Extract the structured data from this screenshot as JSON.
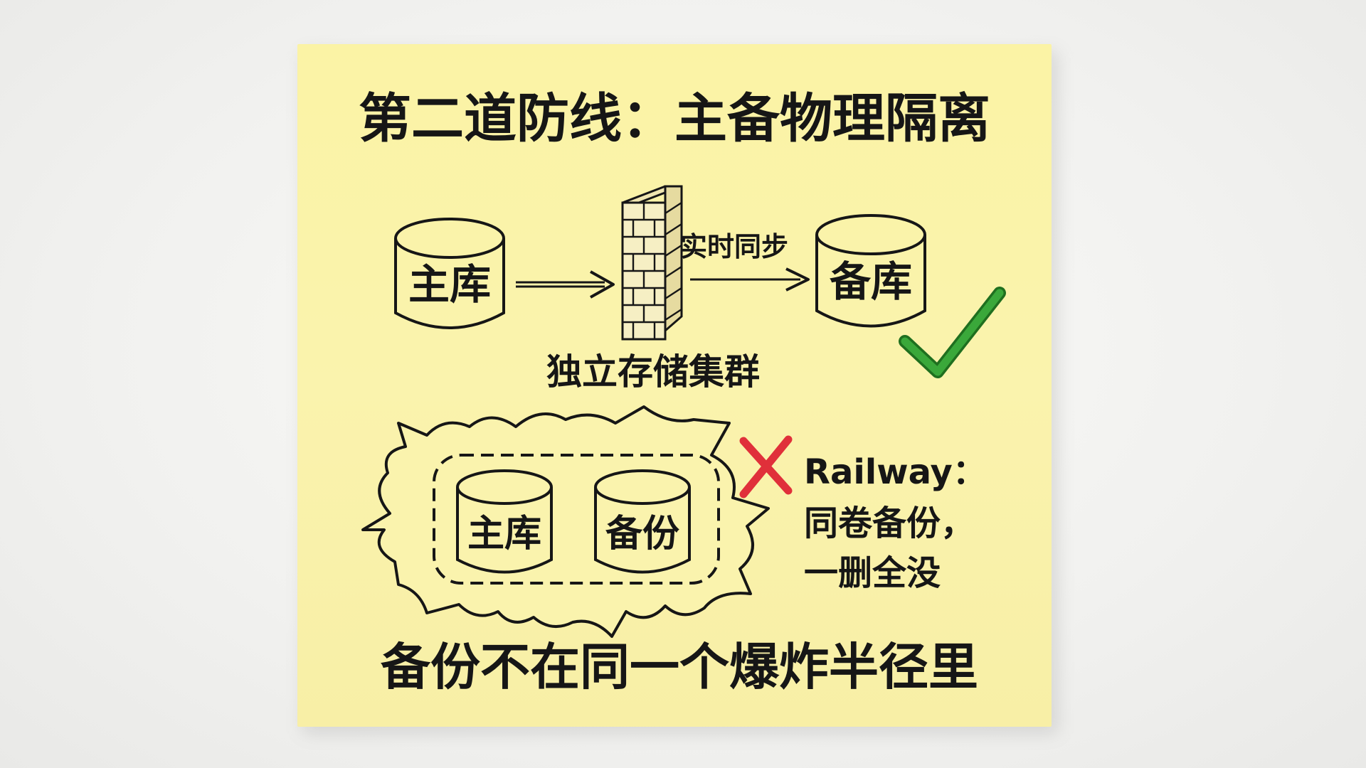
{
  "title": "第二道防线：主备物理隔离",
  "top_diagram": {
    "primary_label": "主库",
    "sync_label": "实时同步",
    "standby_label": "备库",
    "storage_label": "独立存储集群",
    "verdict_icon": "check-icon",
    "verdict_color": "#3aa83a"
  },
  "bottom_diagram": {
    "primary_label": "主库",
    "backup_label": "备份",
    "verdict_icon": "cross-icon",
    "verdict_color": "#e0303a",
    "note_line1": "Railway：",
    "note_line2": "同卷备份，",
    "note_line3": "一删全没"
  },
  "footer": "备份不在同一个爆炸半径里",
  "colors": {
    "note_paper": "#faf3ad",
    "ink": "#161616"
  }
}
